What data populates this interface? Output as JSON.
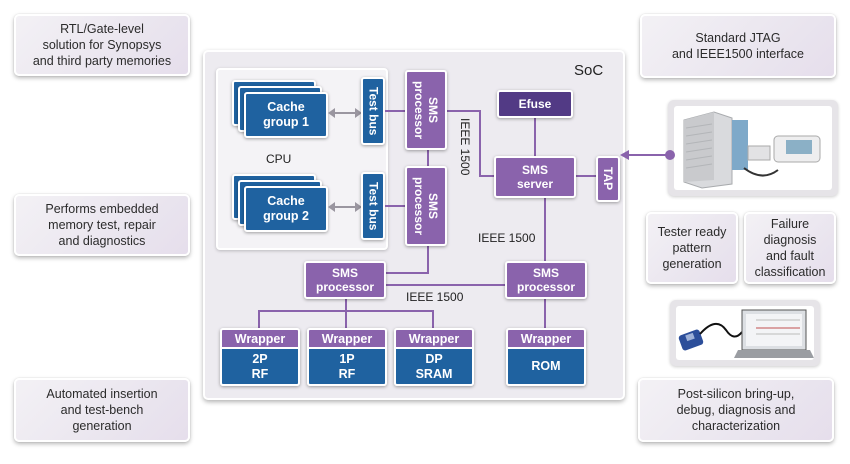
{
  "notes": {
    "rtl": "RTL/Gate-level\nsolution for Synopsys\nand  third party memories",
    "performs": "Performs embedded\nmemory test, repair\nand diagnostics",
    "automated": "Automated insertion\nand test-bench\ngeneration",
    "jtag": "Standard JTAG\nand IEEE1500 interface",
    "tester_ready": "Tester ready\npattern\ngeneration",
    "failure": "Failure\ndiagnosis\nand fault\nclassification",
    "post_silicon": "Post-silicon bring-up,\ndebug, diagnosis and\ncharacterization"
  },
  "soc": {
    "label": "SoC",
    "cpu_label": "CPU",
    "cache_groups": [
      "Cache\ngroup 1",
      "Cache\ngroup 2"
    ],
    "test_bus_label": "Test bus",
    "sms_processor_label": "SMS\nprocessor",
    "efuse_label": "Efuse",
    "sms_server_label": "SMS\nserver",
    "tap_label": "TAP",
    "ieee_labels": [
      "IEEE 1500",
      "IEEE 1500",
      "IEEE 1500"
    ],
    "memories": [
      {
        "wrapper": "Wrapper",
        "type": "2P\nRF"
      },
      {
        "wrapper": "Wrapper",
        "type": "1P\nRF"
      },
      {
        "wrapper": "Wrapper",
        "type": "DP\nSRAM"
      },
      {
        "wrapper": "Wrapper",
        "type": "ROM"
      }
    ]
  },
  "images": {
    "ate": "ate-tester-photo",
    "debugger": "usb-debugger-laptop-photo"
  },
  "colors": {
    "sms_purple": "#8a63ac",
    "efuse_purple": "#523a85",
    "memory_blue": "#1f62a0",
    "note_bg": "#ece8f0"
  }
}
